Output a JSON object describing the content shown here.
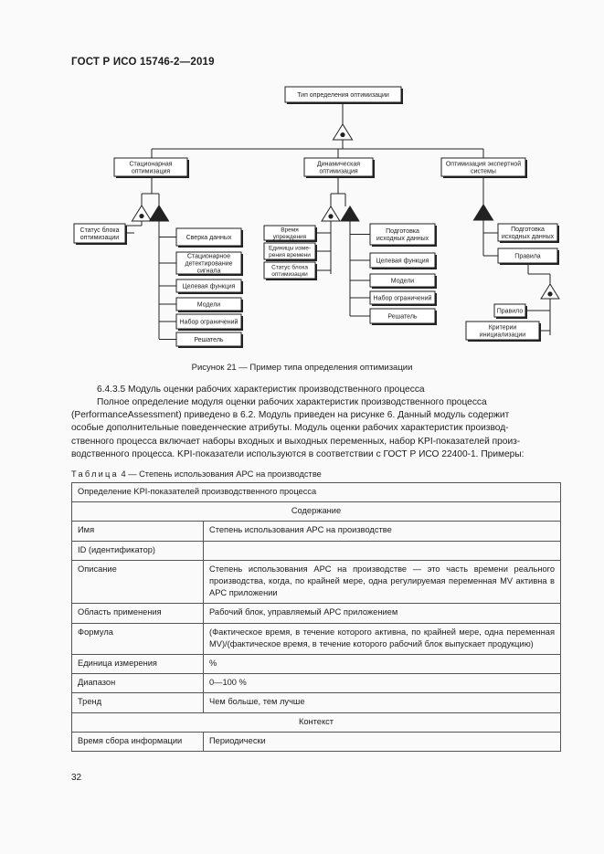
{
  "header": {
    "title": "ГОСТ Р ИСО 15746-2—2019"
  },
  "diagram": {
    "root": "Тип определения оптимизации",
    "stationary": {
      "title_l1": "Стационарная",
      "title_l2": "оптимизация",
      "left_box_l1": "Статус блока",
      "left_box_l2": "оптимизации",
      "items": [
        [
          "Сверка данных"
        ],
        [
          "Стационарное",
          "детектирование",
          "сигнала"
        ],
        [
          "Целевая функция"
        ],
        [
          "Модели"
        ],
        [
          "Набор ограничений"
        ],
        [
          "Решатель"
        ]
      ]
    },
    "dynamic": {
      "title_l1": "Динамическая",
      "title_l2": "оптимизация",
      "left_items": [
        [
          "Время",
          "упреждения"
        ],
        [
          "Единицы изме-",
          "рения времени"
        ],
        [
          "Статус блока",
          "оптимизации"
        ]
      ],
      "items": [
        [
          "Подготовка",
          "исходных данных"
        ],
        [
          "Целевая функция"
        ],
        [
          "Модели"
        ],
        [
          "Набор ограничений"
        ],
        [
          "Решатель"
        ]
      ]
    },
    "expert": {
      "title_l1": "Оптимизация экспертной",
      "title_l2": "системы",
      "items": [
        [
          "Подготовка",
          "исходных данных"
        ],
        [
          "Правила"
        ]
      ],
      "rule": "Правило",
      "criteria_l1": "Критерии",
      "criteria_l2": "инициализации"
    }
  },
  "figure_caption": "Рисунок 21 — Пример типа определения оптимизации",
  "section_heading": "6.4.3.5 Модуль оценки рабочих характеристик производственного процесса",
  "paragraph_lines": [
    "Полное определение модуля оценки рабочих характеристик производственного процесса",
    "(PerformanceAssessment) приведено в 6.2. Модуль приведен на рисунке 6. Данный модуль содержит",
    "особые дополнительные поведенческие атрибуты. Модуль оценки рабочих характеристик производ-",
    "ственного процесса включает наборы входных и выходных переменных, набор KPI-показателей произ-",
    "водственного процесса. KPI-показатели используются в соответствии с ГОСТ Р ИСО 22400-1. Примеры:"
  ],
  "table_caption": {
    "prefix": "Таблица",
    "rest": " 4 — Степень использования APC на производстве"
  },
  "table": {
    "title": "Определение KPI-показателей производственного процесса",
    "section_content": "Содержание",
    "rows": [
      {
        "label": "Имя",
        "value": "Степень использования APC на производстве"
      },
      {
        "label": "ID (идентификатор)",
        "value": ""
      },
      {
        "label": "Описание",
        "value": "Степень использования APC на производстве — это часть времени реального производства, когда, по крайней мере, одна регулируемая переменная MV актив­на в APC приложении"
      },
      {
        "label": "Область применения",
        "value": "Рабочий блок, управляемый APC приложением"
      },
      {
        "label": "Формула",
        "value": "(Фактическое время, в течение которого активна, по крайней мере, одна пере­менная MV)/(фактическое время, в течение которого рабочий блок выпускает про­дукцию)"
      },
      {
        "label": "Единица измерения",
        "value": "%"
      },
      {
        "label": "Диапазон",
        "value": "0—100 %"
      },
      {
        "label": "Тренд",
        "value": "Чем больше, тем лучше"
      }
    ],
    "section_context": "Контекст",
    "context_rows": [
      {
        "label": "Время сбора информации",
        "value": "Периодически"
      }
    ]
  },
  "page_number": "32"
}
